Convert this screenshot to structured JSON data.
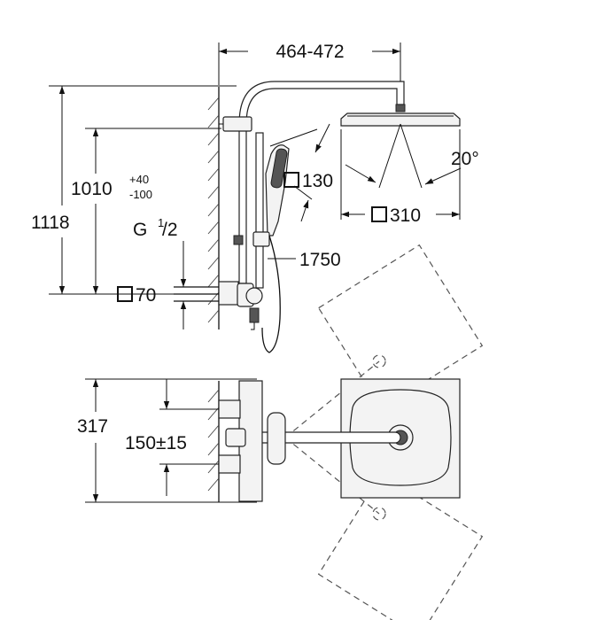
{
  "dimensions": {
    "width_range": "464-472",
    "height_total": "1118",
    "height_base": "1010",
    "tolerance_plus": "+40",
    "tolerance_minus": "-100",
    "thread_letter": "G",
    "thread_num": "1",
    "thread_den": "/2",
    "outlet_square": "70",
    "handshower_square": "130",
    "hose_length": "1750",
    "head_square": "310",
    "tilt_angle": "20°",
    "plan_depth": "317",
    "mixer_spacing": "150±15"
  },
  "colors": {
    "line": "#111111",
    "fill": "#f3f3f3",
    "dark_fill": "#555555"
  }
}
